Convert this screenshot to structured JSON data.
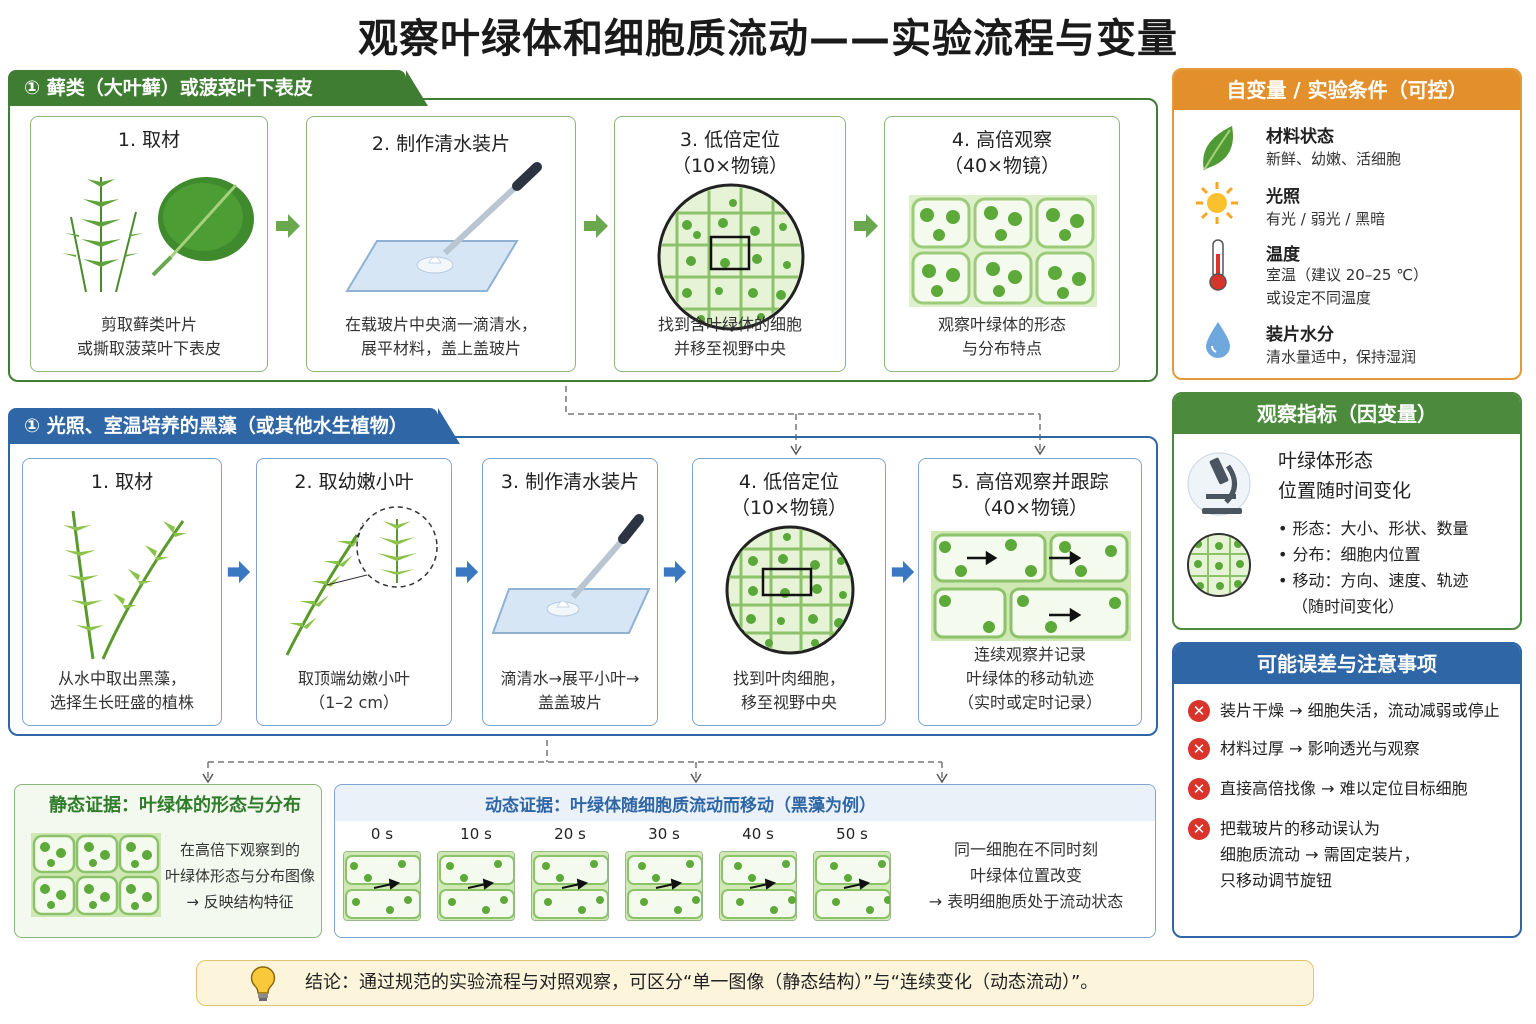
{
  "title": "观察叶绿体和细胞质流动——实验流程与变量",
  "section1": {
    "label": "① 藓类（大叶藓）或菠菜叶下表皮",
    "steps": [
      {
        "title": "1. 取材",
        "desc": [
          "剪取藓类叶片",
          "或撕取菠菜叶下表皮"
        ]
      },
      {
        "title": "2. 制作清水装片",
        "desc": [
          "在载玻片中央滴一滴清水，",
          "展平材料，盖上盖玻片"
        ]
      },
      {
        "title": "3. 低倍定位",
        "title2": "（10×物镜）",
        "desc": [
          "找到含叶绿体的细胞",
          "并移至视野中央"
        ]
      },
      {
        "title": "4. 高倍观察",
        "title2": "（40×物镜）",
        "desc": [
          "观察叶绿体的形态",
          "与分布特点"
        ]
      }
    ]
  },
  "section2": {
    "label": "① 光照、室温培养的黑藻（或其他水生植物）",
    "steps": [
      {
        "title": "1. 取材",
        "desc": [
          "从水中取出黑藻，",
          "选择生长旺盛的植株"
        ]
      },
      {
        "title": "2. 取幼嫩小叶",
        "desc": [
          "取顶端幼嫩小叶",
          "（1–2 cm）"
        ]
      },
      {
        "title": "3. 制作清水装片",
        "desc": [
          "滴清水→展平小叶→",
          "盖盖玻片"
        ]
      },
      {
        "title": "4. 低倍定位",
        "title2": "（10×物镜）",
        "desc": [
          "找到叶肉细胞，",
          "移至视野中央"
        ]
      },
      {
        "title": "5. 高倍观察并跟踪",
        "title2": "（40×物镜）",
        "desc": [
          "连续观察并记录",
          "叶绿体的移动轨迹",
          "（实时或定时记录）"
        ]
      }
    ]
  },
  "static_evidence": {
    "head": "静态证据：叶绿体的形态与分布",
    "desc": [
      "在高倍下观察到的",
      "叶绿体形态与分布图像",
      "→ 反映结构特征"
    ]
  },
  "dynamic_evidence": {
    "head": "动态证据：叶绿体随细胞质流动而移动（黑藻为例）",
    "times": [
      "0 s",
      "10 s",
      "20 s",
      "30 s",
      "40 s",
      "50 s"
    ],
    "desc": [
      "同一细胞在不同时刻",
      "叶绿体位置改变",
      "→ 表明细胞质处于流动状态"
    ]
  },
  "independent_vars": {
    "head": "自变量 / 实验条件（可控）",
    "items": [
      {
        "icon": "leaf-icon",
        "name": "材料状态",
        "desc": [
          "新鲜、幼嫩、活细胞"
        ]
      },
      {
        "icon": "sun-icon",
        "name": "光照",
        "desc": [
          "有光 / 弱光 / 黑暗"
        ]
      },
      {
        "icon": "thermometer-icon",
        "name": "温度",
        "desc": [
          "室温（建议 20–25 ℃）",
          "或设定不同温度"
        ]
      },
      {
        "icon": "water-drop-icon",
        "name": "装片水分",
        "desc": [
          "清水量适中，保持湿润"
        ]
      }
    ]
  },
  "dependent_vars": {
    "head": "观察指标（因变量）",
    "main": [
      "叶绿体形态",
      "位置随时间变化"
    ],
    "bullets": [
      "• 形态：大小、形状、数量",
      "• 分布：细胞内位置",
      "• 移动：方向、速度、轨迹",
      "（随时间变化）"
    ]
  },
  "errors": {
    "head": "可能误差与注意事项",
    "items": [
      [
        "装片干燥 → 细胞失活，流动减弱或停止"
      ],
      [
        "材料过厚 → 影响透光与观察"
      ],
      [
        "直接高倍找像 → 难以定位目标细胞"
      ],
      [
        "把载玻片的移动误认为",
        "细胞质流动 → 需固定装片，",
        "只移动调节旋钮"
      ]
    ]
  },
  "conclusion": "结论：通过规范的实验流程与对照观察，可区分“单一图像（静态结构）”与“连续变化（动态流动）”。",
  "colors": {
    "green": "#3f7d33",
    "blue": "#2f66a6",
    "orange": "#e3902c",
    "red": "#d9342b"
  }
}
